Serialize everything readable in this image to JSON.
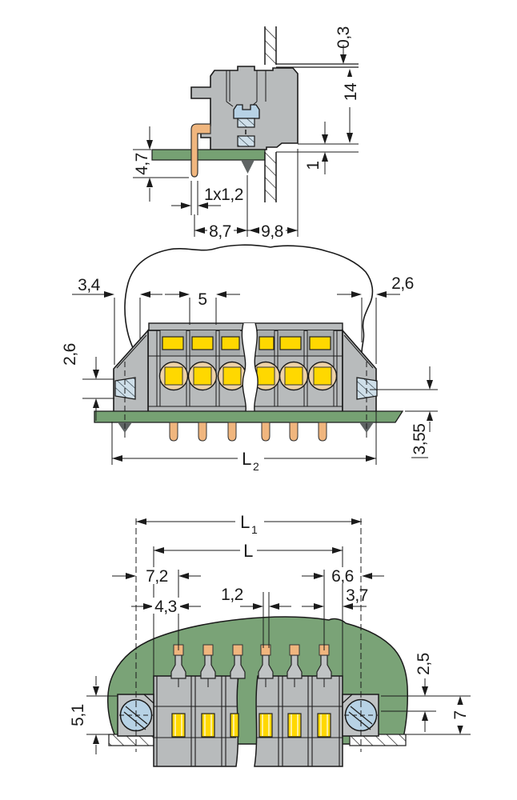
{
  "side_section_view": {
    "dims": {
      "sheet_thickness": "0,3",
      "height_above_panel": "14",
      "clearance": "1",
      "pin_length_below_board": "4,7",
      "pin_cross_section": "1x1,2",
      "depth_front": "8,7",
      "depth_behind_panel": "9,8"
    }
  },
  "front_view": {
    "dims": {
      "left_end_offset": "3,4",
      "pole_pitch": "5",
      "right_end_offset": "2,6",
      "flange_hole_height": "2,6",
      "below_board": "3,55",
      "length_main": "L",
      "length_sub": "2"
    }
  },
  "pin_side_view": {
    "dims": {
      "outer_length_main": "L",
      "outer_length_sub": "1",
      "body_length_main": "L",
      "screw_to_first_pin": "7,2",
      "last_pin_to_screw": "6,6",
      "edge_to_first_pin": "4,3",
      "pin_width": "1,2",
      "last_pin_to_edge": "3,7",
      "flange_top_offset": "2,5",
      "flange_height": "5,1",
      "cutout_height": "7"
    }
  },
  "colors": {
    "line": "#1b1b1b",
    "body_gray": "#b8bbbc",
    "recess_gray": "#a8acad",
    "flange_gray": "#c0c3c4",
    "pcb_green": "#76a173",
    "panel_green": "#7aa377",
    "pin_orange": "#f0b67e",
    "lever_yellow": "#ffd800",
    "screw_blue": "#b7d2e5",
    "clamp_blue": "#cfdfe9",
    "funnel_tan": "#eed2a6",
    "solder_gray": "#5f6464"
  }
}
